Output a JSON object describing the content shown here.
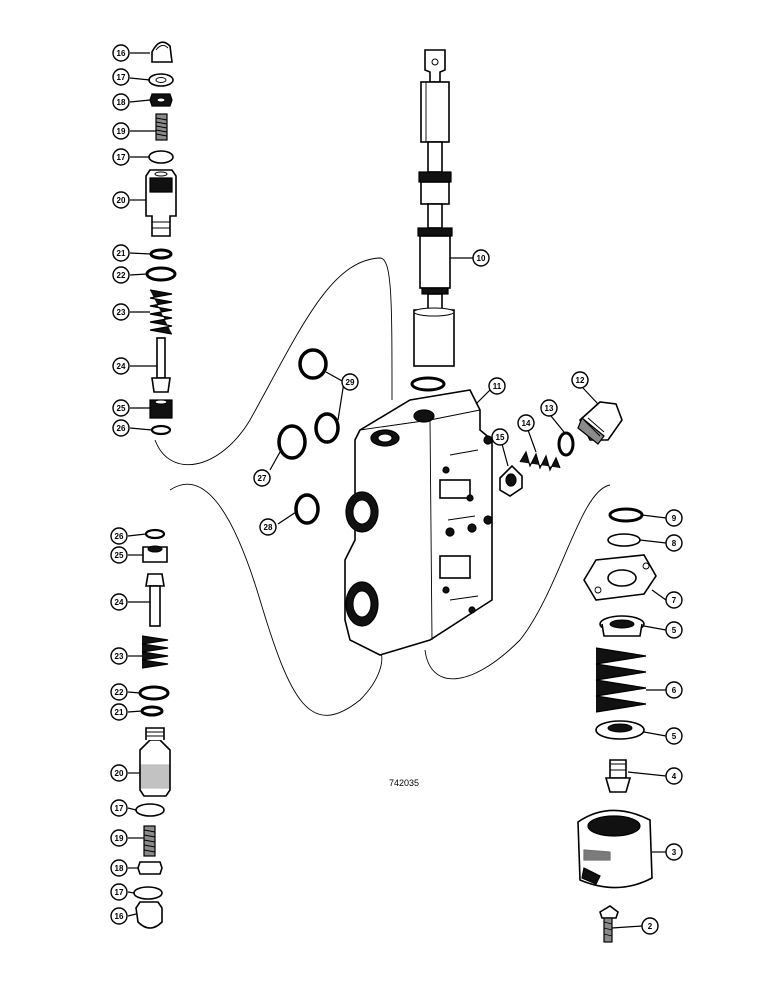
{
  "figure_number": "742035",
  "callouts": [
    {
      "id": "c16a",
      "label": "16"
    },
    {
      "id": "c17a",
      "label": "17"
    },
    {
      "id": "c18a",
      "label": "18"
    },
    {
      "id": "c19a",
      "label": "19"
    },
    {
      "id": "c17b",
      "label": "17"
    },
    {
      "id": "c20a",
      "label": "20"
    },
    {
      "id": "c21a",
      "label": "21"
    },
    {
      "id": "c22a",
      "label": "22"
    },
    {
      "id": "c23a",
      "label": "23"
    },
    {
      "id": "c24a",
      "label": "24"
    },
    {
      "id": "c25a",
      "label": "25"
    },
    {
      "id": "c26a",
      "label": "26"
    },
    {
      "id": "c26b",
      "label": "26"
    },
    {
      "id": "c25b",
      "label": "25"
    },
    {
      "id": "c24b",
      "label": "24"
    },
    {
      "id": "c23b",
      "label": "23"
    },
    {
      "id": "c22b",
      "label": "22"
    },
    {
      "id": "c21b",
      "label": "21"
    },
    {
      "id": "c20b",
      "label": "20"
    },
    {
      "id": "c17c",
      "label": "17"
    },
    {
      "id": "c19b",
      "label": "19"
    },
    {
      "id": "c18b",
      "label": "18"
    },
    {
      "id": "c17d",
      "label": "17"
    },
    {
      "id": "c16b",
      "label": "16"
    },
    {
      "id": "c29",
      "label": "29"
    },
    {
      "id": "c27",
      "label": "27"
    },
    {
      "id": "c28",
      "label": "28"
    },
    {
      "id": "c10",
      "label": "10"
    },
    {
      "id": "c11",
      "label": "11"
    },
    {
      "id": "c12",
      "label": "12"
    },
    {
      "id": "c13",
      "label": "13"
    },
    {
      "id": "c14",
      "label": "14"
    },
    {
      "id": "c15",
      "label": "15"
    },
    {
      "id": "c9",
      "label": "9"
    },
    {
      "id": "c8",
      "label": "8"
    },
    {
      "id": "c7",
      "label": "7"
    },
    {
      "id": "c5a",
      "label": "5"
    },
    {
      "id": "c6",
      "label": "6"
    },
    {
      "id": "c5b",
      "label": "5"
    },
    {
      "id": "c4",
      "label": "4"
    },
    {
      "id": "c3",
      "label": "3"
    },
    {
      "id": "c2",
      "label": "2"
    }
  ]
}
